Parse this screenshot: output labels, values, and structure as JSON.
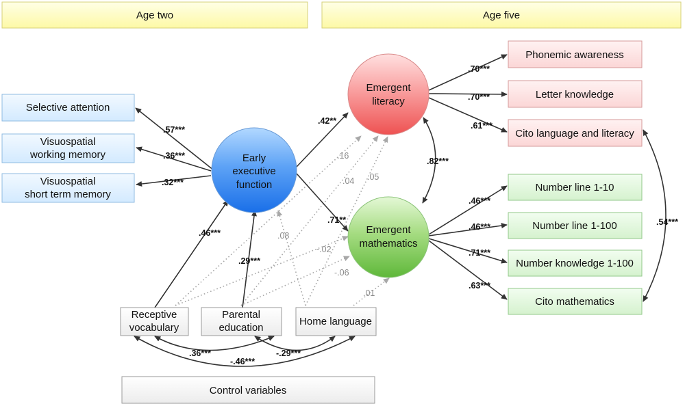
{
  "header": {
    "age_two": "Age two",
    "age_five": "Age five"
  },
  "footer": {
    "control_variables": "Control variables"
  },
  "latent": {
    "executive": [
      "Early",
      "executive",
      "function"
    ],
    "literacy": [
      "Emergent",
      "literacy"
    ],
    "mathematics": [
      "Emergent",
      "mathematics"
    ]
  },
  "indicators_age_two": [
    [
      "Selective attention"
    ],
    [
      "Visuospatial",
      "working memory"
    ],
    [
      "Visuospatial",
      "short term memory"
    ]
  ],
  "controls": {
    "vocabulary": [
      "Receptive",
      "vocabulary"
    ],
    "education": [
      "Parental",
      "education"
    ],
    "home_language": [
      "Home language"
    ]
  },
  "literacy_indicators": [
    [
      "Phonemic awareness"
    ],
    [
      "Letter knowledge"
    ],
    [
      "Cito language and literacy"
    ]
  ],
  "math_indicators": [
    [
      "Number line 1-10"
    ],
    [
      "Number line 1-100"
    ],
    [
      "Number knowledge 1-100"
    ],
    [
      "Cito mathematics"
    ]
  ],
  "coefficients": {
    "ef_selective_attention": ".57***",
    "ef_working_memory": ".36***",
    "ef_short_term_memory": ".32***",
    "ef_to_literacy": ".42**",
    "ef_to_mathematics": ".71**",
    "literacy_mathematics": ".82***",
    "vocabulary_to_ef": ".46***",
    "education_to_ef": ".29***",
    "home_language_to_ef": ".08",
    "vocabulary_to_literacy": ".16",
    "education_to_literacy": ".04",
    "home_language_to_literacy": ".05",
    "vocabulary_to_mathematics": "-.02",
    "education_to_mathematics": "-.06",
    "home_language_to_mathematics": ".01",
    "lit_phonemic": ".70***",
    "lit_letter": ".70***",
    "lit_cito": ".61***",
    "math_line10": ".46***",
    "math_line100": ".46***",
    "math_knowledge": ".71***",
    "math_cito": ".63***",
    "cito_cito": ".54***",
    "vocabulary_education": ".36***",
    "education_home_language": "-.29***",
    "vocabulary_home_language": "-.46***"
  },
  "colors": {
    "header_fill": "#fdfbb0",
    "header_stroke": "#d6d07a",
    "blue_box": "#dcefff",
    "blue_box_stroke": "#8fbbe0",
    "pink_box": "#fde0e0",
    "pink_box_stroke": "#d59a9a",
    "green_box": "#e0f7dc",
    "green_box_stroke": "#92c88a",
    "gray_box": "#f2f2f2",
    "gray_box_stroke": "#9a9a9a",
    "blue_circle": "#4a8df0",
    "red_circle": "#f37b7b",
    "green_circle": "#78c84e"
  }
}
